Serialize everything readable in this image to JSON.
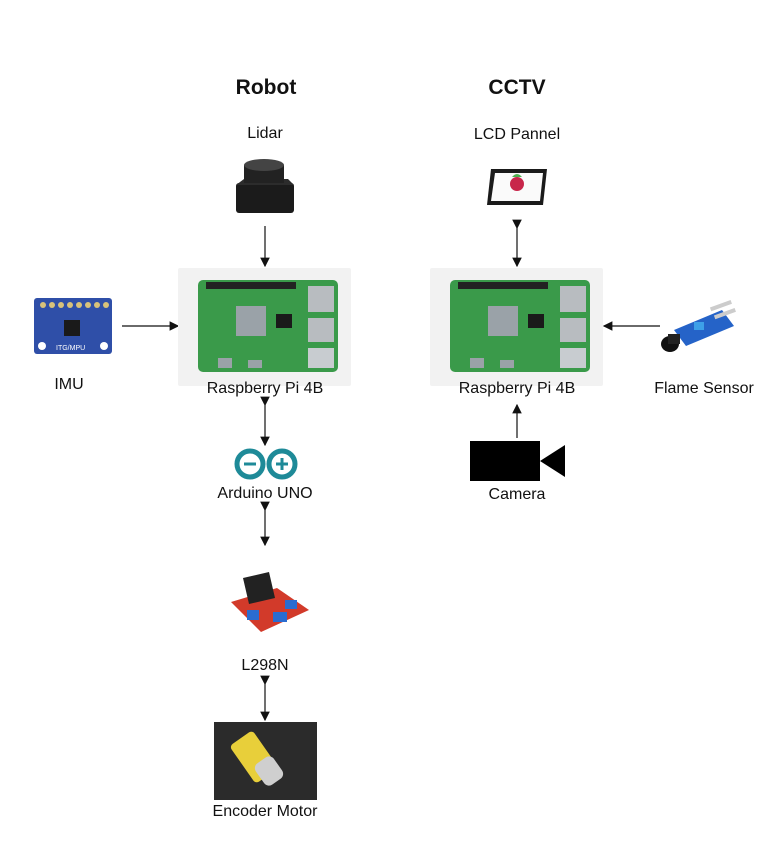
{
  "sections": {
    "robot_title": "Robot",
    "cctv_title": "CCTV"
  },
  "robot": {
    "lidar": "Lidar",
    "imu": "IMU",
    "pi": "Raspberry Pi 4B",
    "arduino": "Arduino UNO",
    "driver": "L298N",
    "motor": "Encoder Motor",
    "imu_chip_text": "ITG/MPU"
  },
  "cctv": {
    "lcd": "LCD Pannel",
    "pi": "Raspberry Pi 4B",
    "flame": "Flame Sensor",
    "camera": "Camera"
  },
  "colors": {
    "pi_board": "#3a9a4a",
    "arduino": "#1e8a98",
    "imu_board": "#2f4fa8",
    "driver_board": "#d23a2a",
    "motor_bg": "#2b2b2b",
    "motor_body": "#e8cf3a",
    "flame_board": "#2563c8"
  }
}
